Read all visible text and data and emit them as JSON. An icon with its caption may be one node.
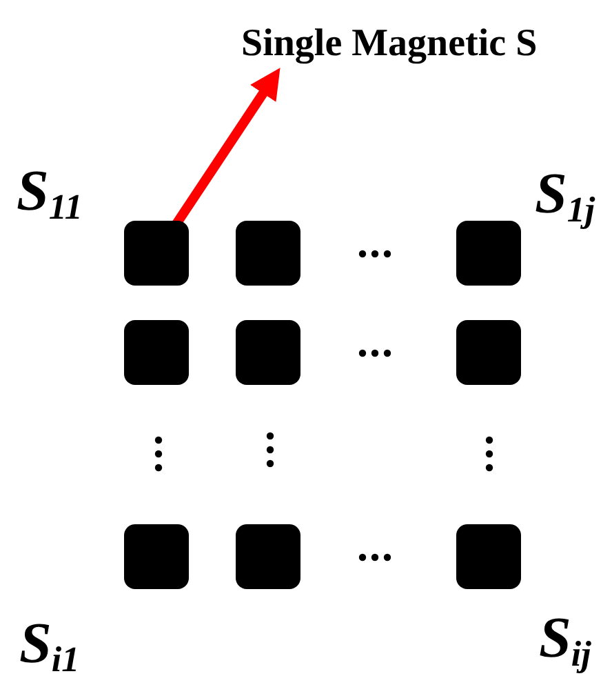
{
  "diagram": {
    "nodes": [
      {
        "text": [
          "Single Magnetic S"
        ]
      },
      {
        "text": [],
        "shape": "box"
      },
      {
        "text": [],
        "shape": "box"
      },
      {
        "text": [],
        "shape": "box"
      },
      {
        "text": [],
        "shape": "box"
      },
      {
        "text": [],
        "shape": "box"
      },
      {
        "text": [],
        "shape": "box"
      },
      {
        "text": [],
        "shape": "box"
      },
      {
        "text": [],
        "shape": "box"
      },
      {
        "text": [],
        "shape": "box"
      }
    ],
    "edges": [
      {
        "from": 1,
        "to": 0,
        "arrow": "to",
        "color": "#ff0000"
      }
    ],
    "labels": [
      "S$_{11}$",
      "S$_{1j}$",
      "S$_{i1}$",
      "S$_{ij}$"
    ]
  }
}
